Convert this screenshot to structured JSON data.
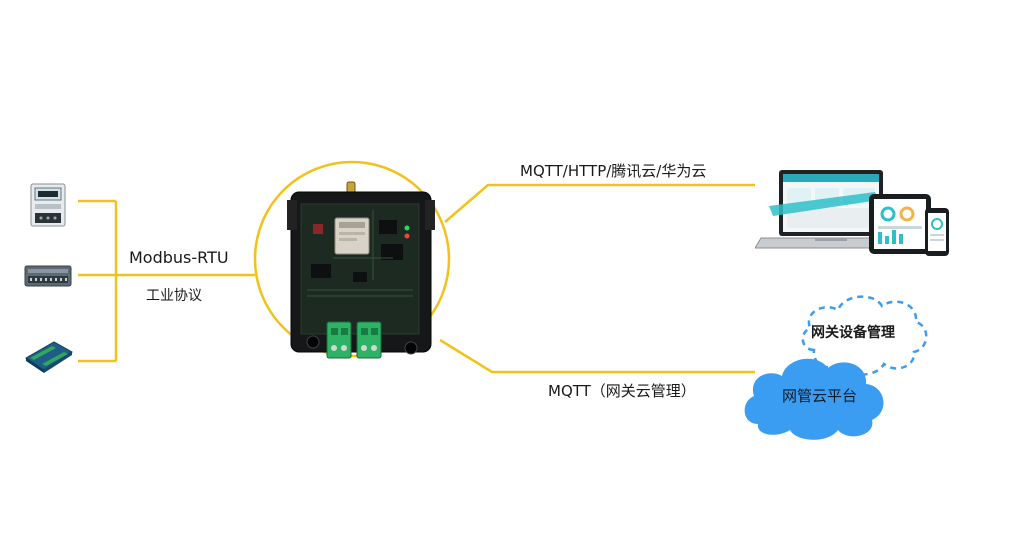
{
  "left_protocol": {
    "name": "Modbus-RTU",
    "subtitle": "工业协议"
  },
  "cloud_link": {
    "label": "MQTT/HTTP/腾讯云/华为云"
  },
  "gateway_link": {
    "label": "MQTT（网关云管理）"
  },
  "gateway_management_bubble": {
    "label": "网关设备管理"
  },
  "cloud_platform": {
    "label": "网管云平台"
  },
  "colors": {
    "connector_line": "#f2c21b",
    "cloud_fill": "#3b9df2",
    "cloud_dash": "#3b9df2"
  }
}
